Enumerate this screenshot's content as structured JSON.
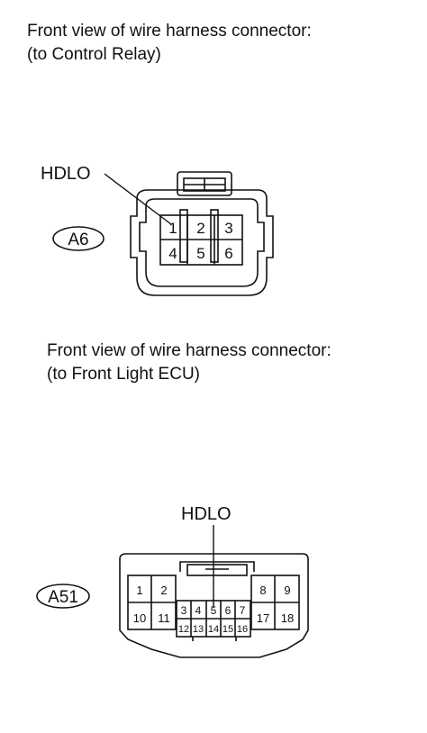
{
  "connector_a6": {
    "caption_line1": "Front view of wire harness connector:",
    "caption_line2": "(to Control Relay)",
    "code": "A6",
    "signal_label": "HDLO",
    "pins": [
      "1",
      "2",
      "3",
      "4",
      "5",
      "6"
    ]
  },
  "connector_a51": {
    "caption_line1": "Front view of wire harness connector:",
    "caption_line2": "(to Front Light ECU)",
    "code": "A51",
    "signal_label": "HDLO",
    "pins_left": [
      "1",
      "2",
      "10",
      "11"
    ],
    "pins_center": [
      "3",
      "4",
      "5",
      "6",
      "7",
      "12",
      "13",
      "14",
      "15",
      "16"
    ],
    "pins_right": [
      "8",
      "9",
      "17",
      "18"
    ]
  }
}
